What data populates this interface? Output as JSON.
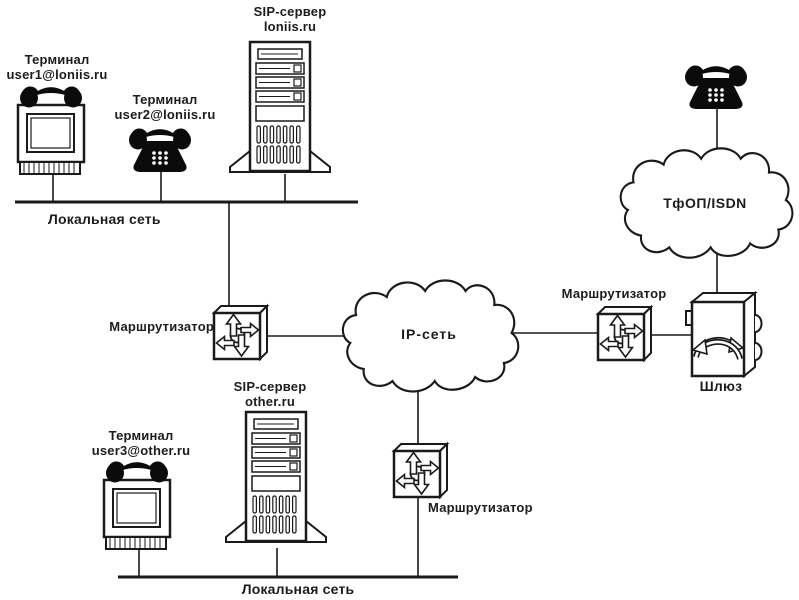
{
  "diagram": {
    "background": "#ffffff",
    "line_color": "#1a1a1a",
    "nodes": {
      "terminal1": {
        "line1": "Терминал",
        "line2": "user1@loniis.ru"
      },
      "terminal2": {
        "line1": "Терминал",
        "line2": "user2@loniis.ru"
      },
      "terminal3": {
        "line1": "Терминал",
        "line2": "user3@other.ru"
      },
      "sip_server1": {
        "line1": "SIP-сервер",
        "line2": "loniis.ru"
      },
      "sip_server2": {
        "line1": "SIP-сервер",
        "line2": "other.ru"
      },
      "router_left": {
        "label": "Маршрутизатор"
      },
      "router_right": {
        "label": "Маршрутизатор"
      },
      "router_bottom": {
        "label": "Маршрутизатор"
      },
      "gateway": {
        "label": "Шлюз"
      },
      "ip_network": {
        "label": "IP-сеть"
      },
      "pstn_network": {
        "label": "ТфОП/ISDN"
      },
      "lan_top": {
        "label": "Локальная сеть"
      },
      "lan_bottom": {
        "label": "Локальная сеть"
      }
    },
    "icons": {
      "phone-icon": "black desk telephone silhouette",
      "handset-icon": "black telephone handset",
      "terminal-icon": "monitor with keyboard and handset on top",
      "server-icon": "tower server on pedestal",
      "router-icon": "3D box with pinwheel arrows",
      "gateway-icon": "3D box with crossed curved arrows",
      "cloud-icon": "scalloped network cloud"
    }
  }
}
